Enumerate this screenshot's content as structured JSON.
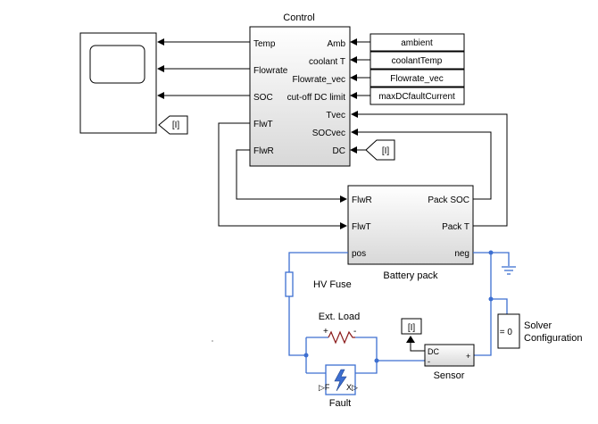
{
  "control": {
    "title": "Control",
    "inputs_left": [
      "Temp",
      "Flowrate",
      "SOC",
      "FlwT",
      "FlwR"
    ],
    "outputs_right": [
      "Amb",
      "coolant T",
      "Flowrate_vec",
      "cut-off DC limit",
      "Tvec",
      "SOCvec",
      "DC"
    ]
  },
  "sources": [
    "ambient",
    "coolantTemp",
    "Flowrate_vec",
    "maxDCfaultCurrent"
  ],
  "goto_tags": {
    "scope_tag": "[I]",
    "dc_tag": "[I]",
    "sensor_tag": "[I]"
  },
  "battery": {
    "title": "Battery pack",
    "left_ports": [
      "FlwR",
      "FlwT",
      "pos"
    ],
    "right_ports": [
      "Pack SOC",
      "Pack T",
      "neg"
    ]
  },
  "fuse_label": "HV Fuse",
  "load": {
    "label": "Ext. Load",
    "plus": "+",
    "minus": "-"
  },
  "fault": {
    "label": "Fault",
    "port_left": "▷F",
    "port_right": "X▷"
  },
  "sensor": {
    "label": "Sensor",
    "port_dc": "DC",
    "port_minus": "-",
    "port_plus": "+"
  },
  "solver": {
    "label_line1": "Solver",
    "label_line2": "Configuration",
    "symbol": "f(x) = 0"
  },
  "colors": {
    "signal": "#000000",
    "physical": "#3d6fd1",
    "block_border": "#000000",
    "block_fill_top": "#ffffff",
    "block_fill_bottom": "#dcdcdc"
  }
}
